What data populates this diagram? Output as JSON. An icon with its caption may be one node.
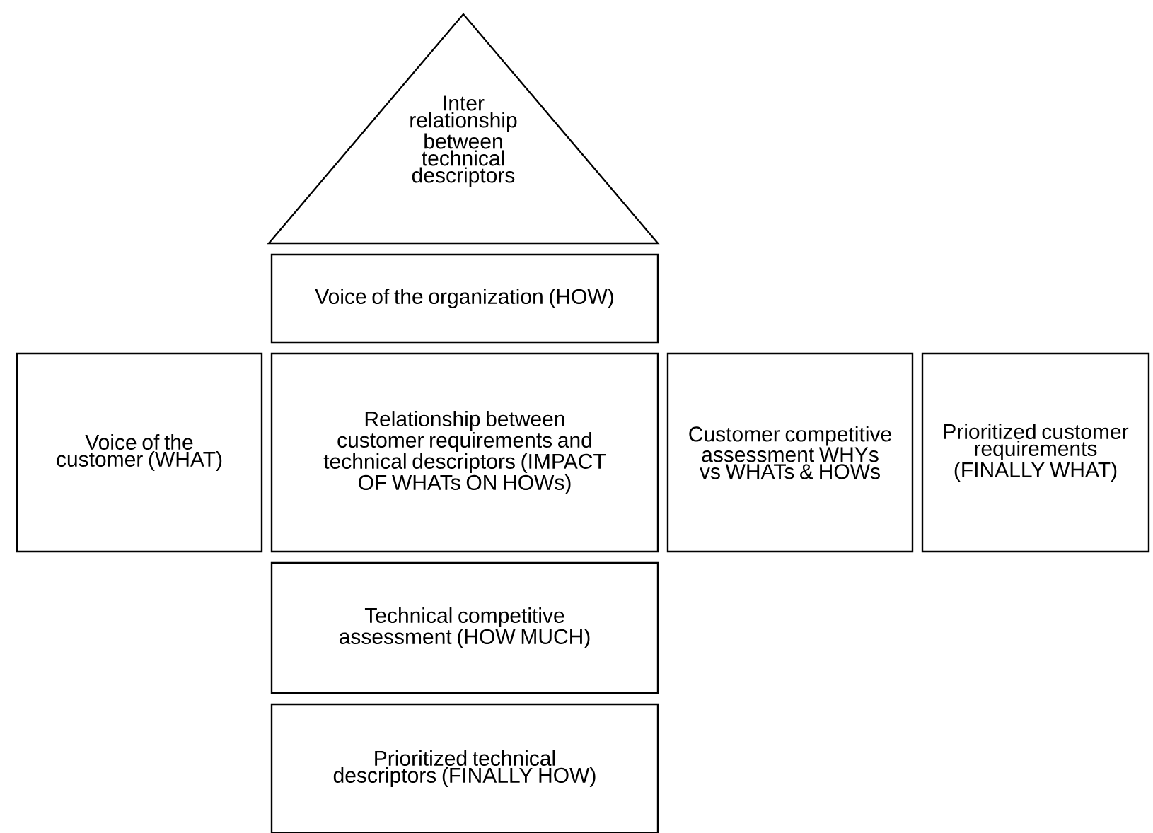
{
  "diagram": {
    "nodes": [
      {
        "text": [
          "Inter relationship between technical descriptors"
        ]
      },
      {
        "text": [
          "Voice of the organization (HOW)"
        ]
      },
      {
        "text": [
          "Voice of the customer (WHAT)"
        ]
      },
      {
        "text": [
          "Relationship between customer requirements and technical descriptors (IMPACT OF WHATs ON HOWs)"
        ]
      },
      {
        "text": [
          "Customer competitive assessment WHYs vs WHATs & HOWs"
        ]
      },
      {
        "text": [
          "Prioritized customer requirements (FINALLY WHAT)"
        ]
      },
      {
        "text": [
          "Technical competitive assessment (HOW MUCH)"
        ]
      },
      {
        "text": [
          "Prioritized technical descriptors (FINALLY HOW)"
        ]
      }
    ]
  }
}
